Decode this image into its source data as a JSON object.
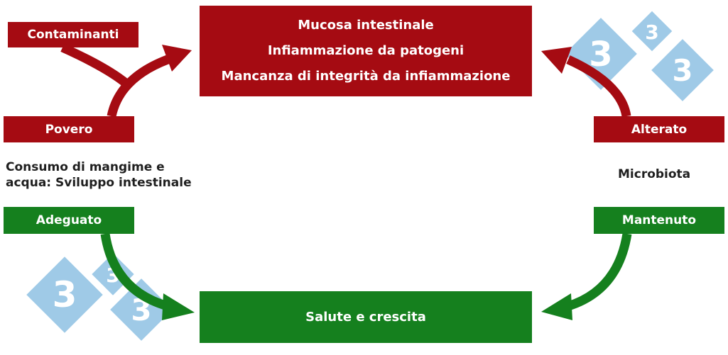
{
  "colors": {
    "red": "#a50b12",
    "green": "#15801e",
    "watermark": "#7fb9e0",
    "text_dark": "#1f1f1f"
  },
  "top_box": {
    "lines": [
      "Mucosa intestinale",
      "Infiammazione da patogeni",
      "Mancanza di integrità da infiammazione"
    ]
  },
  "bottom_box": {
    "label": "Salute e crescita"
  },
  "labels": {
    "contaminanti": "Contaminanti",
    "povero": "Povero",
    "adeguato": "Adeguato",
    "alterato": "Alterato",
    "mantenuto": "Mantenuto"
  },
  "left_text": {
    "line1": "Consumo di mangime e",
    "line2": "acqua: Sviluppo intestinale"
  },
  "right_text": {
    "label": "Microbiota"
  },
  "watermark": {
    "digit": "3",
    "icon": "three-diamonds-logo"
  }
}
